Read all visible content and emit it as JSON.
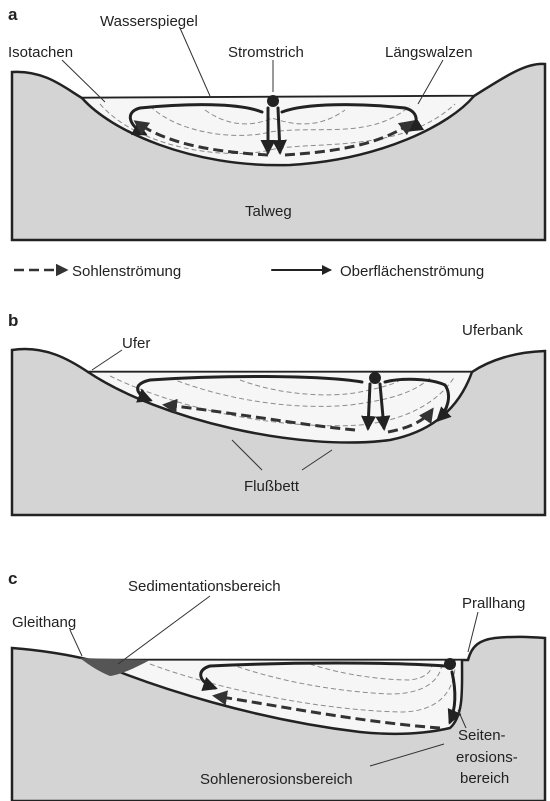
{
  "panel_a": {
    "letter": "a",
    "wasserspiegel": "Wasserspiegel",
    "isotachen": "Isotachen",
    "stromstrich": "Stromstrich",
    "laengswalzen": "Längswalzen",
    "talweg": "Talweg"
  },
  "legend": {
    "sole_flow": "Sohlenströmung",
    "surface_flow": "Oberflächenströmung"
  },
  "panel_b": {
    "letter": "b",
    "ufer": "Ufer",
    "uferbank": "Uferbank",
    "flussbett": "Flußbett"
  },
  "panel_c": {
    "letter": "c",
    "sedimentationsbereich": "Sedimentationsbereich",
    "gleithang": "Gleithang",
    "prallhang": "Prallhang",
    "seitenerosion_1": "Seiten-",
    "seitenerosion_2": "erosions-",
    "seitenerosion_3": "bereich",
    "sohlenerosion": "Sohlenerosionsbereich"
  },
  "colors": {
    "ground": "#d4d4d4",
    "ink": "#222222",
    "water": "#f6f6f6"
  }
}
